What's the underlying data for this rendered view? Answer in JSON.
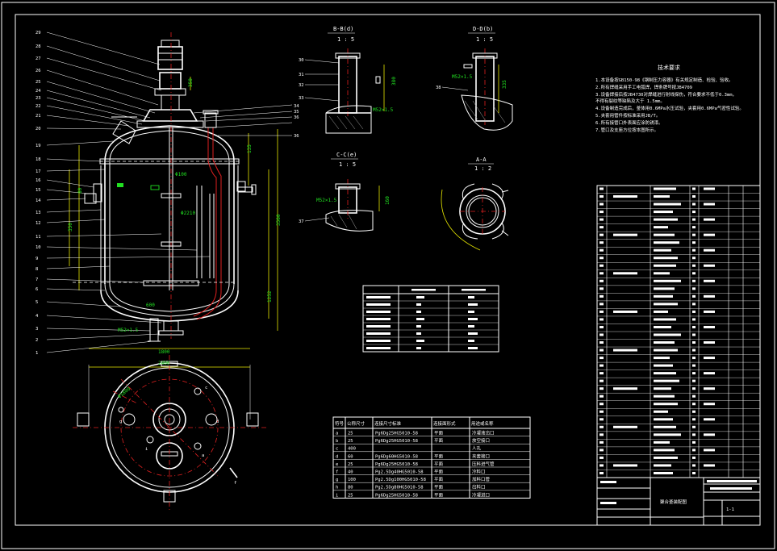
{
  "drawing": {
    "title_block_name": "聚合釜装配图",
    "title_block_sheet": "1-1",
    "tech_req_title": "技术要求",
    "tech_requirements": [
      "1.本设备按GB150-98《钢制压力容器》有关规定制造、检验、验收。",
      "2.所有焊缝采用手工电弧焊，焊条牌号按JB4709",
      "3.设备焊接后按JB4730对焊缝进行射线探伤，符合要求不低于0.3mm，",
      "   不得有裂纹等缺陷及大于 1.5mm。",
      "4.设备制造完成后，釜体用0.6MPa水压试验，夹套用0.6MPa气密性试验。",
      "5.夹套用管件按标准采用JB/T。",
      "6.所有接管口外表面应涂防锈漆。",
      "7.管口及支座方位按本图所示。"
    ],
    "section_titles": [
      {
        "id": "B-B",
        "title": "B-B(d)",
        "scale": "1 : 5"
      },
      {
        "id": "D-D",
        "title": "D-D(b)",
        "scale": "1 : 5"
      },
      {
        "id": "C-C",
        "title": "C-C(e)",
        "scale": "1 : 5"
      },
      {
        "id": "A-A",
        "title": "A-A",
        "scale": "1 : 2"
      }
    ],
    "part_numbers_left": [
      "29",
      "28",
      "27",
      "26",
      "25",
      "24",
      "23",
      "22",
      "21",
      "20",
      "19",
      "18",
      "17",
      "16",
      "15",
      "14",
      "13",
      "12",
      "11",
      "10",
      "9",
      "8",
      "7",
      "6",
      "5",
      "4",
      "3",
      "2",
      "1"
    ],
    "part_numbers_right": [
      "30",
      "31",
      "32",
      "33",
      "34",
      "35",
      "36",
      "37",
      "38"
    ],
    "dimensions": {
      "vessel_height": "3560",
      "lower": "1252",
      "top_width": "1800",
      "plan_width": "2400",
      "thread_b": "M52×1.5",
      "thread_d": "M52×1.5",
      "thread_c": "M52×1.5",
      "dia_inner": "Φ2210",
      "dia_top": "Φ100",
      "dim_a1": "350",
      "dim_a2": "80",
      "dim_a3": "135",
      "dim_a4": "350",
      "dim_b1": "380",
      "dim_b2": "335",
      "dim_c1": "160",
      "dim_f": "600",
      "dim_pitch": "Φ1800"
    },
    "nozzle_letters": [
      "a",
      "b",
      "c",
      "d",
      "e",
      "f",
      "g",
      "h",
      "i"
    ],
    "nozzle_table": {
      "headers": [
        "符号",
        "公称尺寸",
        "连接尺寸标准",
        "连接面形式",
        "用途或名称"
      ],
      "rows": [
        [
          "a",
          "25",
          "Pg6Dg25HG5010-58",
          "平面",
          "冷凝液出口"
        ],
        [
          "b",
          "25",
          "Pg6Dg25HG5010-58",
          "平面",
          "放空接口"
        ],
        [
          "c",
          "400",
          "",
          "",
          "人孔"
        ],
        [
          "d",
          "60",
          "Pg6Dg60HG5010-58",
          "平面",
          "夹套接口"
        ],
        [
          "e",
          "25",
          "Pg6Dg25HG5010-58",
          "平面",
          "压料进气管"
        ],
        [
          "f",
          "40",
          "Pg2.5Dg40HG5010-58",
          "平面",
          "冷料口"
        ],
        [
          "g",
          "100",
          "Pg2.5Dg100HG5010-58",
          "平面",
          "加料口管"
        ],
        [
          "h",
          "80",
          "Pg2.5Dg80HG5010-58",
          "平面",
          "出料口"
        ],
        [
          "i",
          "25",
          "Pg6Dg25HG5010-58",
          "平面",
          "冷凝进口"
        ]
      ]
    },
    "spec_table_labels": [
      "工作压力",
      "设计压力",
      "工作温度",
      "设计温度",
      "物料名称",
      "焊缝系数",
      "腐蚀裕度",
      "容积"
    ]
  }
}
